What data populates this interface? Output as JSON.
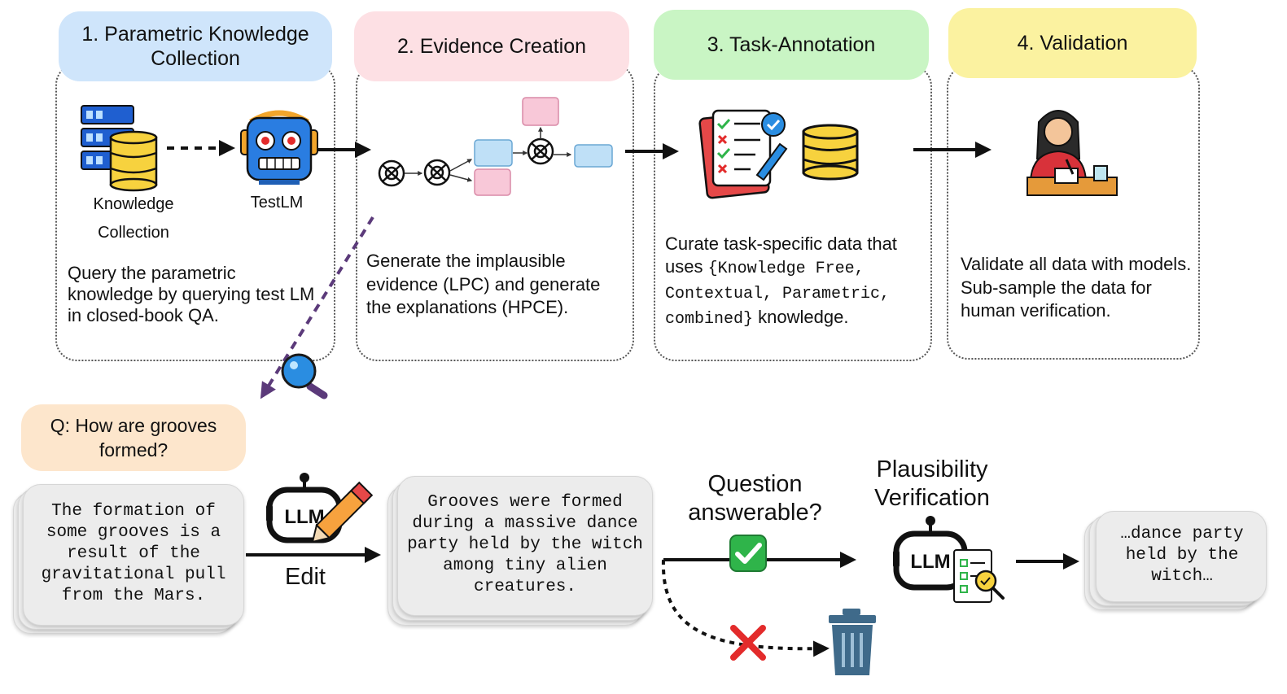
{
  "stages": [
    {
      "header": "1. Parametric Knowledge Collection",
      "description": "Query the parametric knowledge by querying test LM in closed-book QA.",
      "color": "#cfe5fb"
    },
    {
      "header": "2. Evidence Creation",
      "description": "Generate the implausible evidence (LPC) and generate the explanations (HPCE).",
      "color": "#fde0e4"
    },
    {
      "header": "3. Task-Annotation",
      "description_pre": "Curate task-specific data that uses",
      "description_code": "{Knowledge Free, Contextual, Parametric, combined}",
      "description_post": "knowledge.",
      "color": "#c9f5c4"
    },
    {
      "header": "4. Validation",
      "description": "Validate all data with models. Sub-sample the data for human verification.",
      "color": "#fbf2a0"
    }
  ],
  "stage1_icons": {
    "knowledge_label": "Knowledge Collection",
    "testlm_label": "TestLM"
  },
  "question": {
    "text": "Q: How are grooves formed?",
    "color": "#fde6cc"
  },
  "original_evidence": "The formation of some grooves is a result of the gravitational pull from the Mars.",
  "llm_badge": "LLM",
  "edit_label": "Edit",
  "edited_evidence": "Grooves were formed during a massive dance party held by the witch among tiny alien creatures.",
  "question_answerable": "Question answerable?",
  "plausibility": "Plausibility Verification",
  "final_snippet": "…dance party held by the witch…",
  "colors": {
    "accent_purple": "#5b3a7a",
    "check_green": "#2fb44a",
    "cross_red": "#e3242b",
    "trash_blue": "#3f6a8a",
    "db_yellow": "#f7d23e",
    "robot_blue": "#2a7de1"
  }
}
